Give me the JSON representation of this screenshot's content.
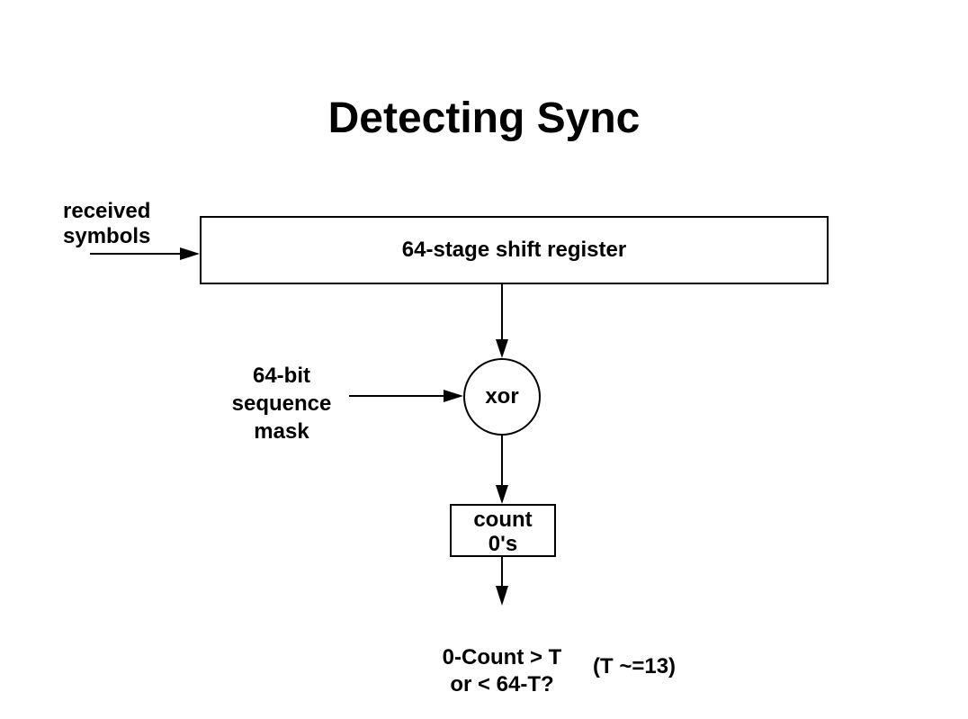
{
  "slide": {
    "title": "Detecting Sync"
  },
  "colors": {
    "ink": "#000000",
    "background": "#ffffff"
  },
  "diagram": {
    "received_symbols": {
      "line1": "received",
      "line2": "symbols"
    },
    "shift_register": {
      "label": "64-stage shift register"
    },
    "sequence_mask": {
      "line1": "64-bit",
      "line2": "sequence",
      "line3": "mask"
    },
    "xor_node": {
      "label": "xor"
    },
    "count_zeros": {
      "line1": "count",
      "line2": "0's"
    },
    "threshold_question": {
      "line1": "0-Count > T",
      "line2": "or < 64-T?"
    },
    "threshold_note": {
      "label": "(T ~=13)"
    }
  }
}
